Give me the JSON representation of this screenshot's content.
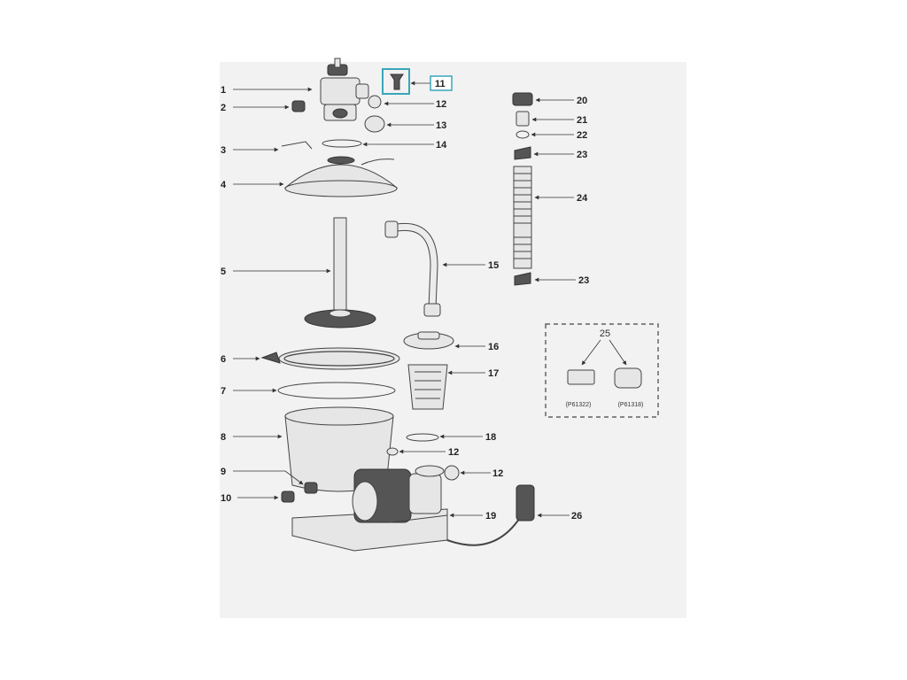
{
  "diagram": {
    "highlight_color": "#3aa6b9",
    "labels": {
      "p1": "1",
      "p2": "2",
      "p3": "3",
      "p4": "4",
      "p5": "5",
      "p6": "6",
      "p7": "7",
      "p8": "8",
      "p9": "9",
      "p10": "10",
      "p11": "11",
      "p12a": "12",
      "p12b": "12",
      "p12c": "12",
      "p13": "13",
      "p14": "14",
      "p15": "15",
      "p16": "16",
      "p17": "17",
      "p18": "18",
      "p19": "19",
      "p20": "20",
      "p21": "21",
      "p22": "22",
      "p23a": "23",
      "p23b": "23",
      "p24": "24",
      "p26": "26"
    },
    "inset": {
      "label": "25",
      "left_code": "(P61322)",
      "right_code": "(P61318)"
    }
  }
}
